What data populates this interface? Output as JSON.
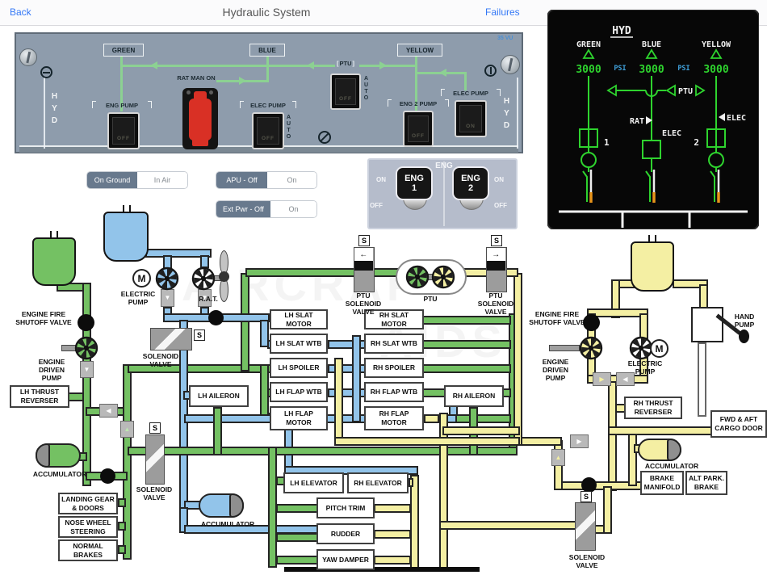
{
  "nav": {
    "back": "Back",
    "title": "Hydraulic System",
    "failures": "Failures"
  },
  "panel": {
    "green": "GREEN",
    "blue": "BLUE",
    "yellow": "YELLOW",
    "rat_man_on": "RAT MAN ON",
    "ptu": "PTU",
    "auto": "AUTO",
    "eng_pump": "ENG PUMP",
    "elec_pump": "ELEC PUMP",
    "eng2_pump": "ENG 2 PUMP",
    "elec_pump2": "ELEC PUMP",
    "hyd": "HYD",
    "vu": "35 VU",
    "off": "OFF",
    "on": "ON"
  },
  "toggles": {
    "ground": {
      "left": "On Ground",
      "right": "In Air"
    },
    "apu": {
      "left": "APU - Off",
      "right": "On"
    },
    "ext": {
      "left": "Ext Pwr - Off",
      "right": "On"
    }
  },
  "eng_panel": {
    "title": "ENG",
    "sw1": "ENG\n1",
    "sw2": "ENG\n2",
    "on": "ON",
    "off": "OFF"
  },
  "ecam": {
    "title": "HYD",
    "psi": "PSI",
    "green": {
      "name": "GREEN",
      "value": "3000"
    },
    "blue": {
      "name": "BLUE",
      "value": "3000"
    },
    "yellow": {
      "name": "YELLOW",
      "value": "3000"
    },
    "ptu": "PTU",
    "rat": "RAT",
    "elec_mid": "ELEC",
    "elec_right": "ELEC",
    "n1": "1",
    "n2": "2"
  },
  "diagram": {
    "boxes": {
      "lh_slat_motor": "LH SLAT MOTOR",
      "rh_slat_motor": "RH SLAT MOTOR",
      "lh_slat_wtb": "LH SLAT WTB",
      "rh_slat_wtb": "RH SLAT WTB",
      "lh_spoiler": "LH SPOILER",
      "rh_spoiler": "RH SPOILER",
      "lh_flap_wtb": "LH FLAP WTB",
      "rh_flap_wtb": "RH FLAP WTB",
      "lh_flap_motor": "LH FLAP\nMOTOR",
      "rh_flap_motor": "RH FLAP\nMOTOR",
      "lh_aileron": "LH AILERON",
      "rh_aileron": "RH AILERON",
      "lh_elevator": "LH ELEVATOR",
      "rh_elevator": "RH ELEVATOR",
      "pitch_trim": "PITCH TRIM",
      "rudder": "RUDDER",
      "yaw_damper": "YAW DAMPER",
      "lh_thrust_reverser": "LH THRUST\nREVERSER",
      "rh_thrust_reverser": "RH THRUST\nREVERSER",
      "fwd_aft_cargo_door": "FWD & AFT\nCARGO DOOR",
      "brake_manifold": "BRAKE\nMANIFOLD",
      "alt_park_brake": "ALT PARK.\nBRAKE",
      "landing_gear": "LANDING GEAR\n& DOORS",
      "nose_wheel": "NOSE WHEEL\nSTEERING",
      "normal_brakes": "NORMAL\nBRAKES"
    },
    "labels": {
      "fire_valve_l": "ENGINE FIRE\nSHUTOFF VALVE",
      "edp_l": "ENGINE\nDRIVEN\nPUMP",
      "electric_pump_b": "ELECTRIC\nPUMP",
      "rat": "R.A.T.",
      "ptu_sol_l": "PTU\nSOLENOID\nVALVE",
      "ptu": "PTU",
      "ptu_sol_r": "PTU\nSOLENOID\nVALVE",
      "sol_b": "SOLENOID\nVALVE",
      "sol_g": "SOLENOID\nVALVE",
      "sol_y": "SOLENOID\nVALVE",
      "acc_g": "ACCUMULATOR",
      "acc_b": "ACCUMULATOR",
      "acc_y": "ACCUMULATOR",
      "fire_valve_r": "ENGINE FIRE\nSHUTOFF VALVE",
      "edp_r": "ENGINE\nDRIVEN\nPUMP",
      "electric_pump_y": "ELECTRIC\nPUMP",
      "hand_pump": "HAND\nPUMP"
    },
    "icons": {
      "s": "S",
      "m": "M",
      "up": "▲",
      "down": "▼",
      "left": "◀",
      "right": "▶"
    },
    "watermark": {
      "line1": "AIRCRAFT",
      "line2": "AIDS"
    }
  },
  "colors": {
    "green": "#74c163",
    "blue": "#92c4ea",
    "yellow": "#f4efa3",
    "panel": "#8e9cac",
    "accent": "#3478f6",
    "ecam_green": "#2ed32e",
    "ecam_blue": "#3f9fd8",
    "ecam_orange": "#e8941a"
  }
}
